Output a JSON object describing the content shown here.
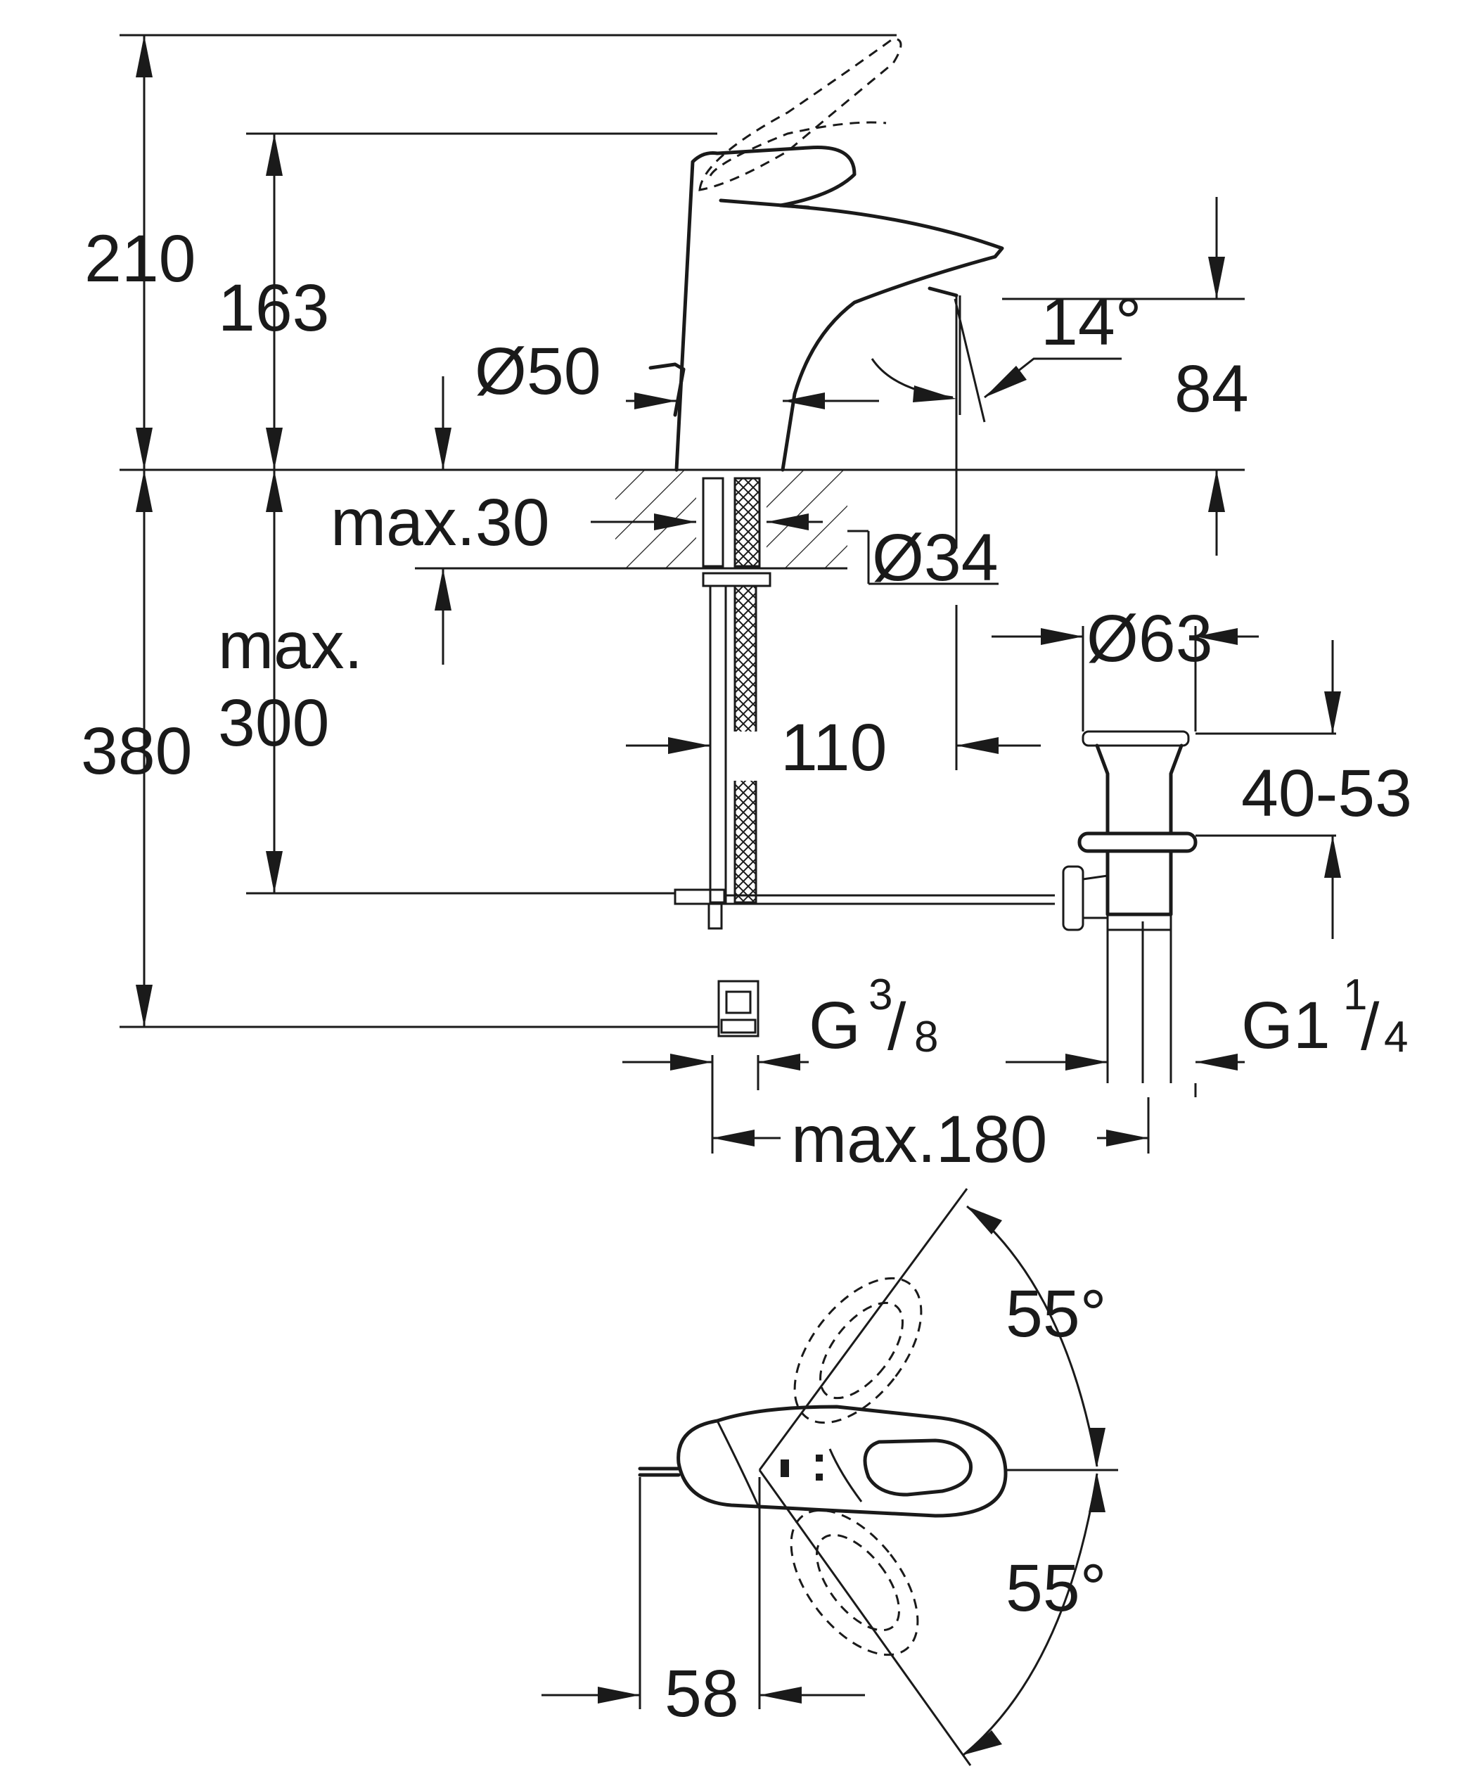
{
  "dimensions": {
    "height_total": "210",
    "height_spout": "163",
    "diameter_base": "Ø50",
    "spout_angle": "14°",
    "spout_height": "84",
    "max_deck": "max.30",
    "diameter_hole": "Ø34",
    "max_hose_label": "max.",
    "max_hose_value": "300",
    "height_below": "380",
    "diameter_waste": "Ø63",
    "reach_110": "110",
    "waste_range": "40-53",
    "thread_supply": "G",
    "thread_supply_num": "3",
    "thread_supply_den": "8",
    "thread_waste": "G1",
    "thread_waste_num": "1",
    "thread_waste_den": "4",
    "max_180": "max.180",
    "rotate_left": "55°",
    "rotate_right": "55°",
    "lever_offset": "58"
  }
}
